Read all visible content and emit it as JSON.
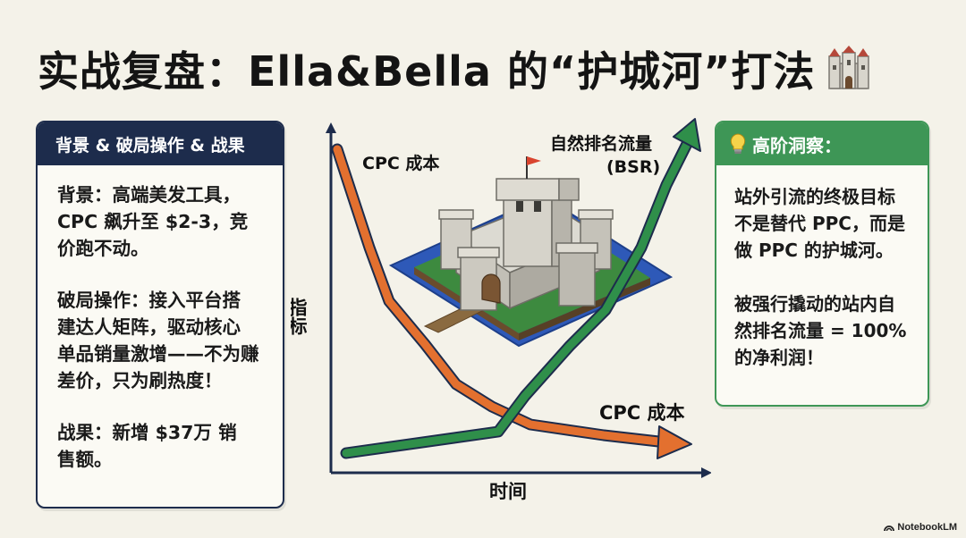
{
  "title": "实战复盘：Ella&Bella 的“护城河”打法",
  "left_panel": {
    "header": "背景 & 破局操作 & 战果",
    "paragraphs": [
      [
        "背景：高端美发工具，",
        "CPC 飙升至 $2-3，竞",
        "价跑不动。"
      ],
      [
        "破局操作：接入平台搭",
        "建达人矩阵，驱动核心",
        "单品销量激增——不为赚",
        "差价，只为刷热度！"
      ],
      [
        "战果：新增 $37万 销",
        "售额。"
      ]
    ]
  },
  "right_panel": {
    "header": "高阶洞察：",
    "paragraphs": [
      [
        "站外引流的终极目标",
        "不是替代 PPC，而是",
        "做 PPC 的护城河。"
      ],
      [
        "被强行撬动的站内自",
        "然排名流量 = 100%",
        "的净利润！"
      ]
    ]
  },
  "chart": {
    "y_label": "指标",
    "x_label": "时间",
    "cpc_label_top": "CPC 成本",
    "cpc_label_bottom": "CPC 成本",
    "bsr_label": [
      "自然排名流量",
      "(BSR)"
    ],
    "colors": {
      "cpc": "#e3702f",
      "bsr": "#2f8f4a",
      "axis": "#1d2c4c"
    }
  },
  "watermark": "NotebookLM"
}
